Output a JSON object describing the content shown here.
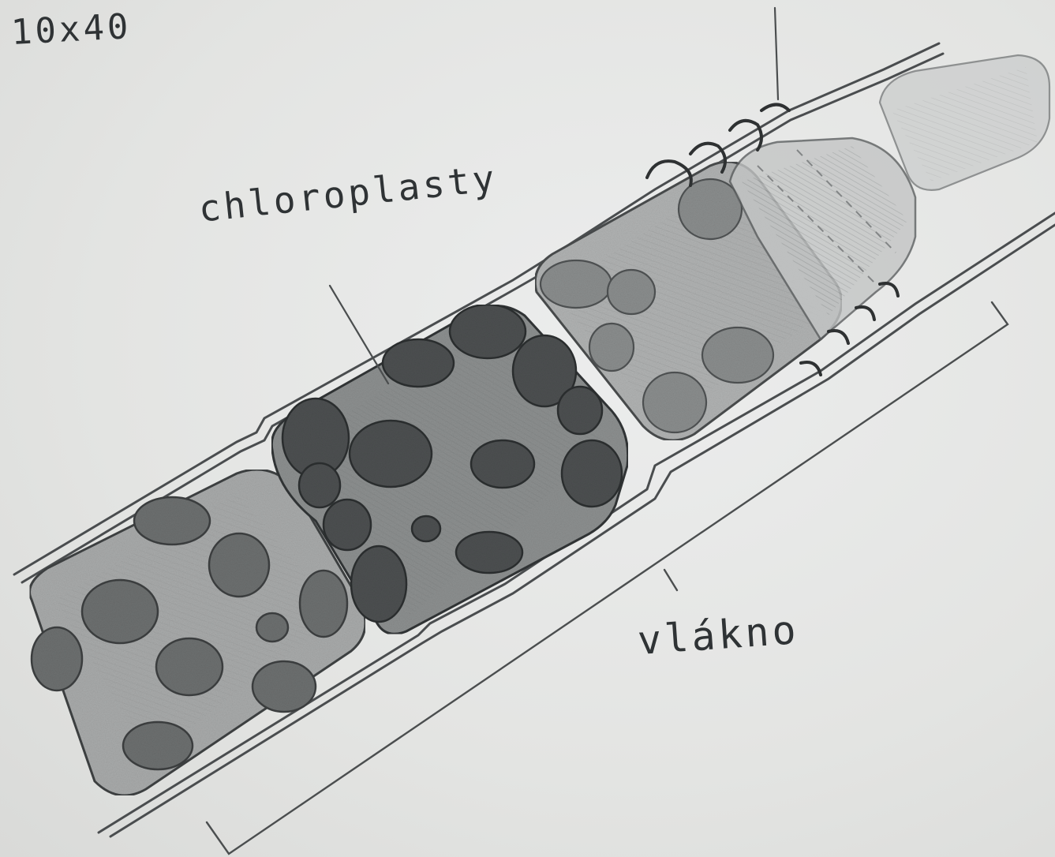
{
  "labels": {
    "magnification": "10x40",
    "chloroplasts": "chloroplasty",
    "filament": "vlákno"
  },
  "colors": {
    "paper": "#e4e5e3",
    "pencil": "#3a3d3f",
    "shading_dark": "#5b5e5f",
    "shading_mid": "#8a8c8c",
    "shading_light": "#b8baba"
  }
}
